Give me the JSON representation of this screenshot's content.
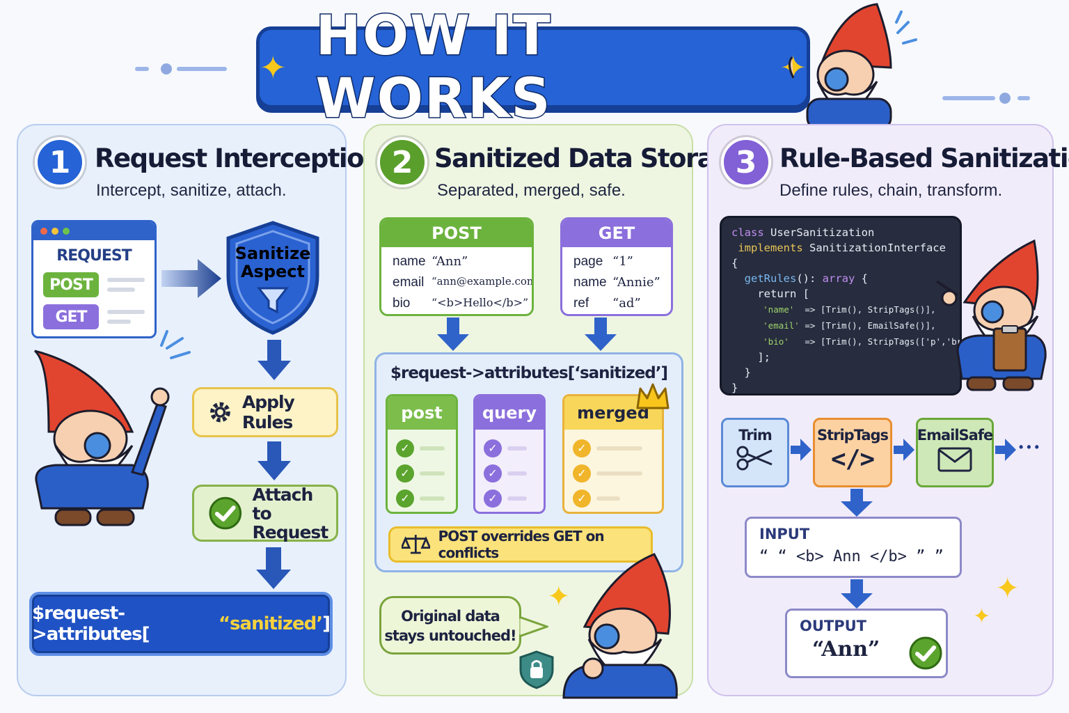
{
  "header": {
    "title": "HOW IT WORKS"
  },
  "panel1": {
    "number": "1",
    "title": "Request Interception",
    "subtitle": "Intercept, sanitize, attach.",
    "request_label": "REQUEST",
    "post_label": "POST",
    "get_label": "GET",
    "shield_line1": "Sanitize",
    "shield_line2": "Aspect",
    "apply_rules": "Apply Rules",
    "attach_line1": "Attach to",
    "attach_line2": "Request",
    "attr_prefix": "$request->attributes[",
    "attr_key": "“sanitized’",
    "attr_suffix": "]"
  },
  "panel2": {
    "number": "2",
    "title": "Sanitized Data Storage",
    "subtitle": "Separated, merged, safe.",
    "post_card": {
      "label": "POST",
      "rows": [
        {
          "k": "name",
          "v": "“Ann”"
        },
        {
          "k": "email",
          "v": "“ann@example.com”"
        },
        {
          "k": "bio",
          "v": "“<b>Hello</b>”"
        }
      ]
    },
    "get_card": {
      "label": "GET",
      "rows": [
        {
          "k": "page",
          "v": "“1”"
        },
        {
          "k": "name",
          "v": "“Annie”"
        },
        {
          "k": "ref",
          "v": "“ad”"
        }
      ]
    },
    "attr_title": "$request->attributes[‘sanitized’]",
    "mini_post": "post",
    "mini_query": "query",
    "mini_merged": "merged",
    "conflict_note": "POST overrides GET on conflicts",
    "bubble_line1": "Original data",
    "bubble_line2": "stays untouched!"
  },
  "panel3": {
    "number": "3",
    "title": "Rule-Based Sanitization",
    "subtitle": "Define rules, chain, transform.",
    "code": {
      "l1_kw": "class",
      "l1_rest": " UserSanitization",
      "l2_kw": " implements",
      "l2_rest": " SanitizationInterface",
      "l3": "{",
      "l4_fn": "  getRules",
      "l4_mid": "(): ",
      "l4_type": "array",
      "l4_end": " {",
      "l5": "    return [",
      "l6_key": "'name'",
      "l6_rest": "  => [Trim(), StripTags()],",
      "l7_key": "'email'",
      "l7_rest": " => [Trim(), EmailSafe()],",
      "l8_key": "'bio'",
      "l8_rest": "   => [Trim(), StripTags(['p','br'])]",
      "l9": "    ];",
      "l10": "  }",
      "l11": "}"
    },
    "chain": [
      "Trim",
      "StripTags",
      "EmailSafe"
    ],
    "chain_more": "• • •",
    "input_label": "INPUT",
    "input_value": "“ “ <b> Ann </b> ” ”",
    "output_label": "OUTPUT",
    "output_value": "“Ann”"
  },
  "colors": {
    "blue": "#2563d6",
    "green": "#6fa83a",
    "purple": "#8b6fdc",
    "yellow": "#f5c93a",
    "orange": "#f0a24a"
  }
}
